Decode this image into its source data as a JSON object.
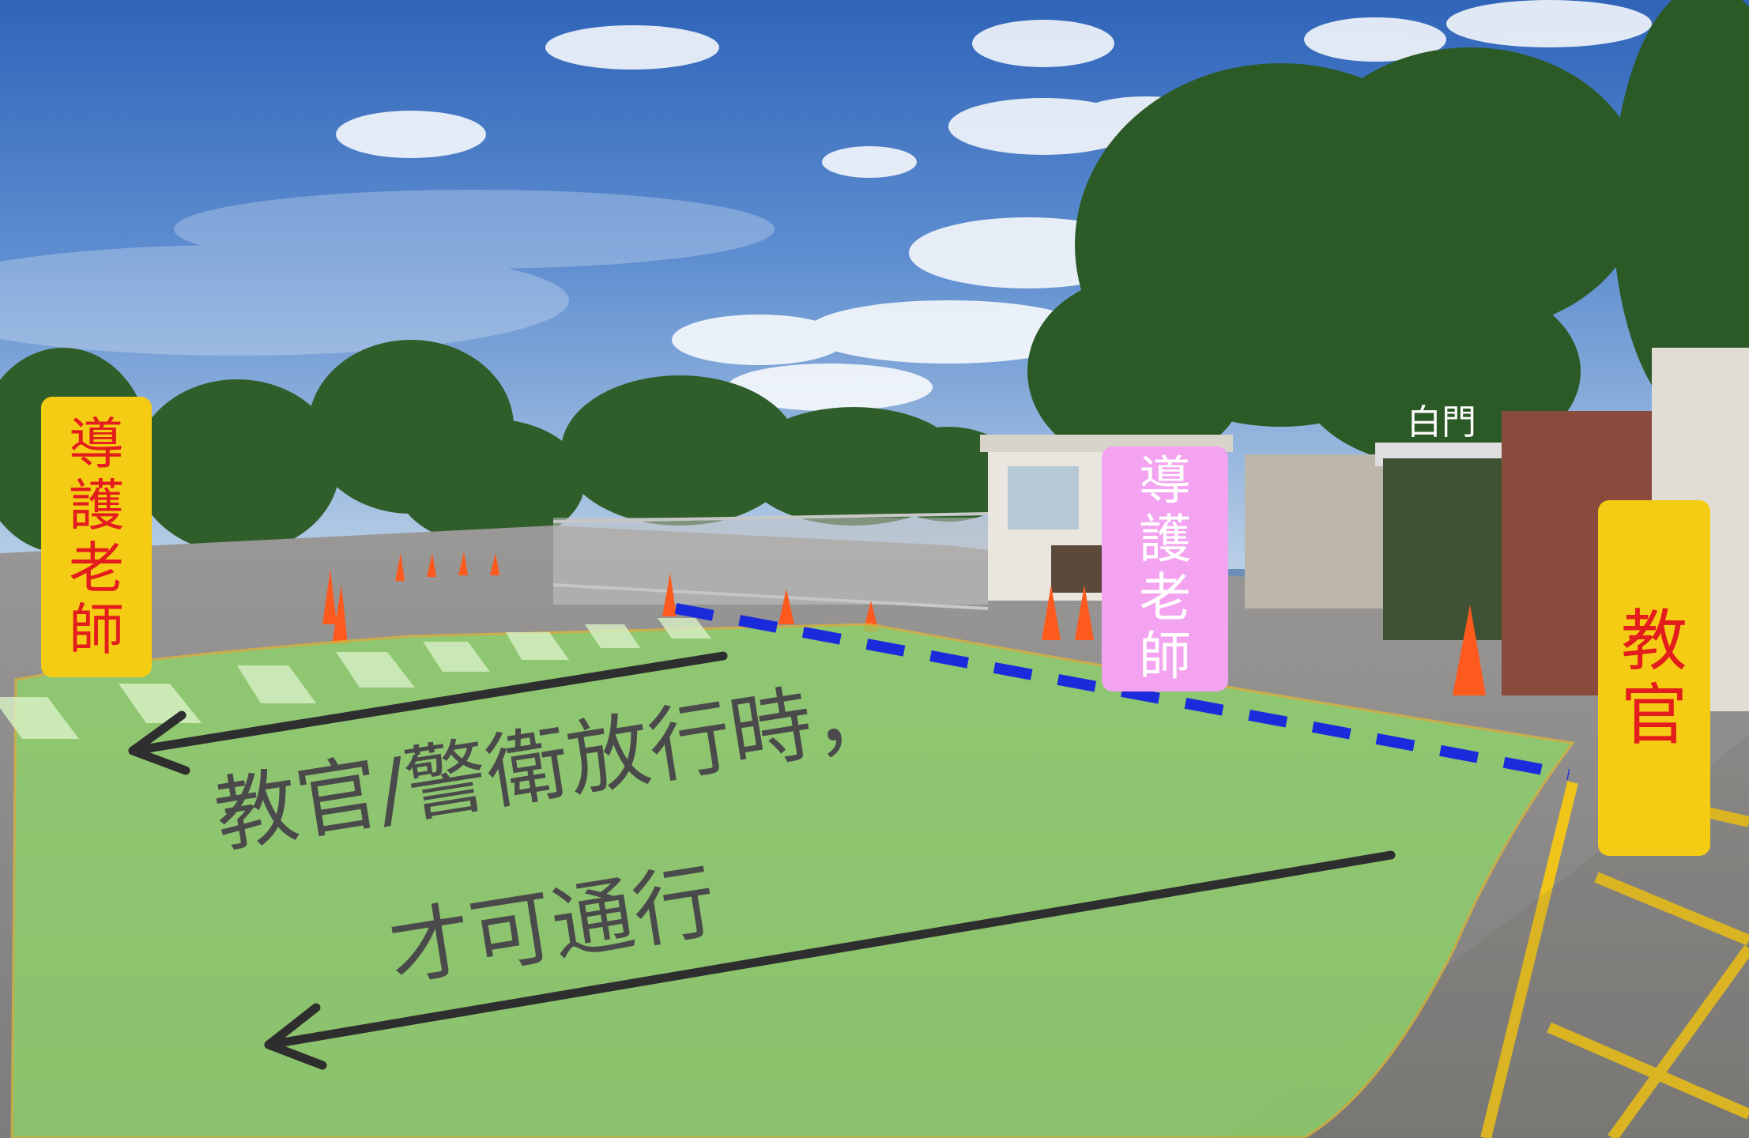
{
  "labels": {
    "left": {
      "lines": [
        "導",
        "護",
        "老",
        "師"
      ]
    },
    "middle": {
      "lines": [
        "導",
        "護",
        "老",
        "師"
      ]
    },
    "right": {
      "lines": [
        "教",
        "官"
      ]
    }
  },
  "gate_text": "白門",
  "annotation": {
    "line1": "教官/警衛放行時，",
    "line2": "才可通行"
  },
  "colors": {
    "yellow_box": "#f5cc14",
    "red_text": "#e31d1d",
    "pink_box": "#f3a3ef",
    "pink_text": "#ffffff",
    "green_overlay": "#8fd46a",
    "arrow": "#2e2e2e",
    "dashed_line": "#1a2bdb",
    "road_line": "#f0c419"
  }
}
